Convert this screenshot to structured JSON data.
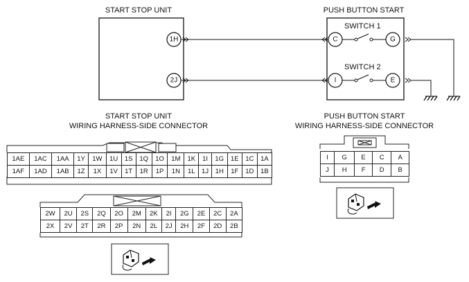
{
  "units": {
    "ssu_title": "START STOP UNIT",
    "pbs_title": "PUSH BUTTON START",
    "switch1": "SWITCH 1",
    "switch2": "SWITCH 2",
    "ssu_pins": [
      "1H",
      "2J"
    ],
    "pbs_pins": [
      "C",
      "G",
      "I",
      "E"
    ]
  },
  "connectors": {
    "ssu_title_line1": "START STOP UNIT",
    "ssu_title_line2": "WIRING HARNESS-SIDE CONNECTOR",
    "pbs_title_line1": "PUSH BUTTON START",
    "pbs_title_line2": "WIRING HARNESS-SIDE CONNECTOR",
    "ssu_conn1_row1": [
      "1AE",
      "1AC",
      "1AA",
      "1Y",
      "1W",
      "1U",
      "1S",
      "1Q",
      "1O",
      "1M",
      "1K",
      "1I",
      "1G",
      "1E",
      "1C",
      "1A"
    ],
    "ssu_conn1_row2": [
      "1AF",
      "1AD",
      "1AB",
      "1Z",
      "1X",
      "1V",
      "1T",
      "1R",
      "1P",
      "1N",
      "1L",
      "1J",
      "1H",
      "1F",
      "1D",
      "1B"
    ],
    "ssu_conn2_row1": [
      "2W",
      "2U",
      "2S",
      "2Q",
      "2O",
      "2M",
      "2K",
      "2I",
      "2G",
      "2E",
      "2C",
      "2A"
    ],
    "ssu_conn2_row2": [
      "2X",
      "2V",
      "2T",
      "2R",
      "2P",
      "2N",
      "2L",
      "2J",
      "2H",
      "2F",
      "2D",
      "2B"
    ],
    "pbs_row1": [
      "I",
      "G",
      "E",
      "C",
      "A"
    ],
    "pbs_row2": [
      "J",
      "H",
      "F",
      "D",
      "B"
    ]
  }
}
